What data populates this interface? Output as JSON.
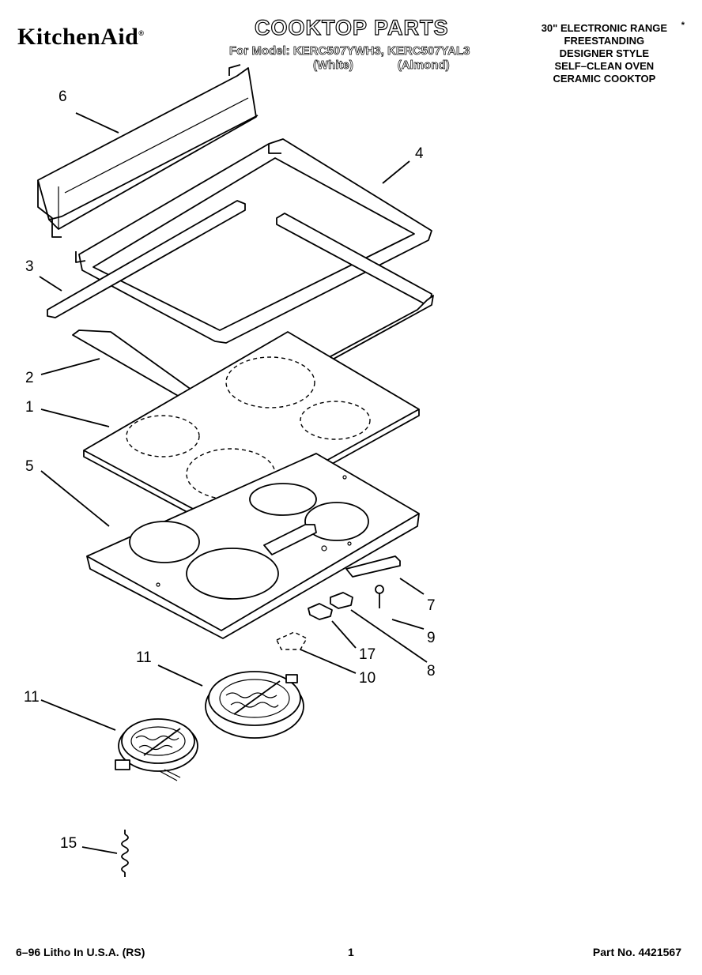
{
  "header": {
    "brand": "KitchenAid",
    "brand_mark": "®",
    "title": "COOKTOP PARTS",
    "model_line": "For Model: KERC507YWH3, KERC507YAL3",
    "color_white": "(White)",
    "color_almond": "(Almond)",
    "asterisk": "*",
    "description": [
      "30\" ELECTRONIC RANGE",
      "FREESTANDING",
      "DESIGNER STYLE",
      "SELF–CLEAN OVEN",
      "CERAMIC COOKTOP"
    ]
  },
  "callouts": {
    "c6": "6",
    "c4": "4",
    "c3": "3",
    "c2": "2",
    "c1": "1",
    "c5": "5",
    "c7": "7",
    "c9": "9",
    "c17": "17",
    "c8": "8",
    "c10": "10",
    "c11a": "11",
    "c11b": "11",
    "c15": "15"
  },
  "footer": {
    "litho": "6–96 Litho In U.S.A. (RS)",
    "page": "1",
    "part_no": "Part No. 4421567"
  }
}
